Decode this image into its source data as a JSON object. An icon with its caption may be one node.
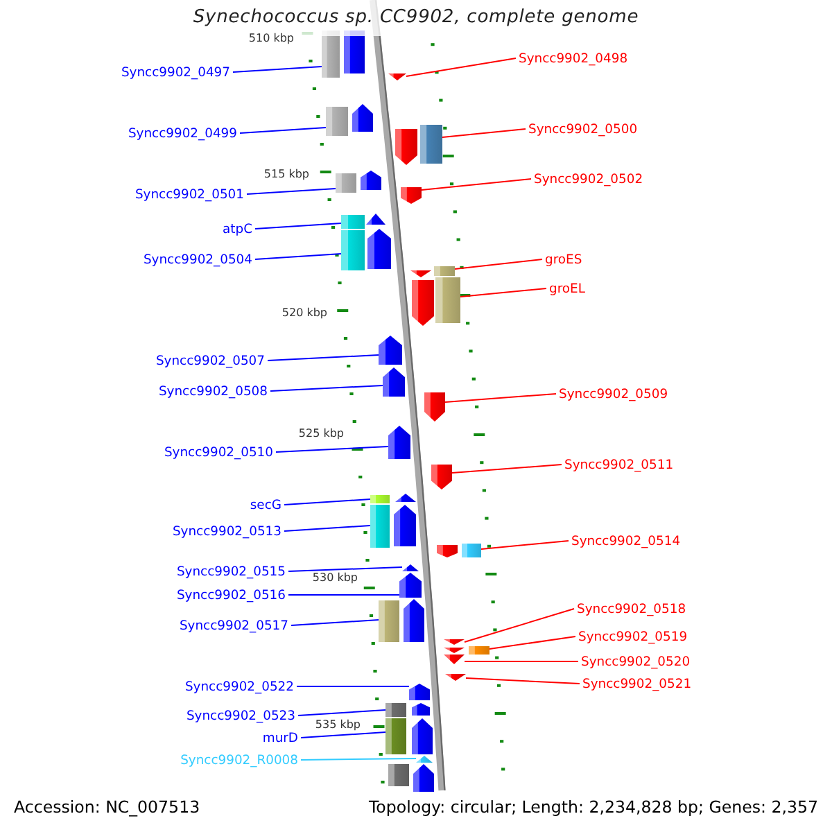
{
  "diagram": {
    "title": "Synechococcus sp. CC9902, complete genome",
    "nodes": [
      {
        "text": [
          "Syncc9902_0497"
        ]
      },
      {
        "text": [],
        "shape": "bar"
      },
      {
        "text": [
          "Syncc9902_0498"
        ]
      },
      {
        "text": [],
        "shape": "arrow"
      },
      {
        "text": [
          "Syncc9902_0499"
        ]
      },
      {
        "text": [],
        "shape": "arrow"
      },
      {
        "text": [
          "Syncc9902_0500"
        ]
      },
      {
        "text": [],
        "shape": "arrow"
      },
      {
        "text": [
          "Syncc9902_0501"
        ]
      },
      {
        "text": [],
        "shape": "arrow"
      },
      {
        "text": [
          "Syncc9902_0502"
        ]
      },
      {
        "text": [],
        "shape": "arrow"
      },
      {
        "text": [
          "atpC"
        ]
      },
      {
        "text": [],
        "shape": "arrow"
      },
      {
        "text": [
          "Syncc9902_0504"
        ]
      },
      {
        "text": [],
        "shape": "arrow"
      },
      {
        "text": [
          "groES"
        ]
      },
      {
        "text": [],
        "shape": "arrow"
      },
      {
        "text": [
          "groEL"
        ]
      },
      {
        "text": [],
        "shape": "arrow"
      },
      {
        "text": [
          "Syncc9902_0507"
        ]
      },
      {
        "text": [],
        "shape": "arrow"
      },
      {
        "text": [
          "Syncc9902_0508"
        ]
      },
      {
        "text": [],
        "shape": "arrow"
      },
      {
        "text": [
          "Syncc9902_0509"
        ]
      },
      {
        "text": [],
        "shape": "arrow"
      },
      {
        "text": [
          "Syncc9902_0510"
        ]
      },
      {
        "text": [],
        "shape": "arrow"
      },
      {
        "text": [
          "Syncc9902_0511"
        ]
      },
      {
        "text": [],
        "shape": "arrow"
      },
      {
        "text": [
          "secG"
        ]
      },
      {
        "text": [],
        "shape": "arrow"
      },
      {
        "text": [
          "Syncc9902_0513"
        ]
      },
      {
        "text": [],
        "shape": "arrow"
      },
      {
        "text": [
          "Syncc9902_0514"
        ]
      },
      {
        "text": [],
        "shape": "arrow"
      },
      {
        "text": [
          "Syncc9902_0515"
        ]
      },
      {
        "text": [],
        "shape": "arrow"
      },
      {
        "text": [
          "Syncc9902_0516"
        ]
      },
      {
        "text": [],
        "shape": "arrow"
      },
      {
        "text": [
          "Syncc9902_0518"
        ]
      },
      {
        "text": [],
        "shape": "arrow"
      },
      {
        "text": [
          "Syncc9902_0517"
        ]
      },
      {
        "text": [],
        "shape": "arrow"
      },
      {
        "text": [
          "Syncc9902_0519"
        ]
      },
      {
        "text": [],
        "shape": "arrow"
      },
      {
        "text": [
          "Syncc9902_0520"
        ]
      },
      {
        "text": [],
        "shape": "arrow"
      },
      {
        "text": [
          "Syncc9902_0521"
        ]
      },
      {
        "text": [],
        "shape": "arrow"
      },
      {
        "text": [
          "Syncc9902_0522"
        ]
      },
      {
        "text": [],
        "shape": "arrow"
      },
      {
        "text": [
          "Syncc9902_0523"
        ]
      },
      {
        "text": [],
        "shape": "arrow"
      },
      {
        "text": [
          "murD"
        ]
      },
      {
        "text": [],
        "shape": "arrow"
      },
      {
        "text": [
          "Syncc9902_R0008"
        ]
      },
      {
        "text": [],
        "shape": "arrow"
      },
      {
        "text": [],
        "shape": "arrow"
      }
    ],
    "edges": [
      {
        "from": 0,
        "to": 1,
        "arrow": "none"
      },
      {
        "from": 2,
        "to": 3,
        "arrow": "none",
        "color": "#ff0000"
      },
      {
        "from": 4,
        "to": 5,
        "arrow": "none"
      },
      {
        "from": 6,
        "to": 7,
        "arrow": "none",
        "color": "#ff0000"
      },
      {
        "from": 8,
        "to": 9,
        "arrow": "none"
      },
      {
        "from": 10,
        "to": 11,
        "arrow": "none",
        "color": "#ff0000"
      },
      {
        "from": 12,
        "to": 13,
        "arrow": "none"
      },
      {
        "from": 14,
        "to": 15,
        "arrow": "none"
      },
      {
        "from": 16,
        "to": 17,
        "arrow": "none",
        "color": "#ff0000"
      },
      {
        "from": 18,
        "to": 19,
        "arrow": "none",
        "color": "#ff0000"
      },
      {
        "from": 20,
        "to": 21,
        "arrow": "none"
      },
      {
        "from": 22,
        "to": 23,
        "arrow": "none"
      },
      {
        "from": 24,
        "to": 25,
        "arrow": "none",
        "color": "#ff0000"
      },
      {
        "from": 26,
        "to": 27,
        "arrow": "none"
      },
      {
        "from": 28,
        "to": 29,
        "arrow": "none",
        "color": "#ff0000"
      },
      {
        "from": 30,
        "to": 31,
        "arrow": "none"
      },
      {
        "from": 32,
        "to": 33,
        "arrow": "none"
      },
      {
        "from": 34,
        "to": 35,
        "arrow": "none",
        "color": "#ff0000"
      },
      {
        "from": 36,
        "to": 37,
        "arrow": "none"
      },
      {
        "from": 38,
        "to": 39,
        "arrow": "none"
      },
      {
        "from": 40,
        "to": 41,
        "arrow": "none",
        "color": "#ff0000"
      },
      {
        "from": 42,
        "to": 43,
        "arrow": "none"
      },
      {
        "from": 44,
        "to": 45,
        "arrow": "none",
        "color": "#ff0000"
      },
      {
        "from": 46,
        "to": 47,
        "arrow": "none",
        "color": "#ff0000"
      },
      {
        "from": 48,
        "to": 49,
        "arrow": "none",
        "color": "#ff0000"
      },
      {
        "from": 50,
        "to": 51,
        "arrow": "none"
      },
      {
        "from": 52,
        "to": 53,
        "arrow": "none"
      },
      {
        "from": 54,
        "to": 55,
        "arrow": "none"
      },
      {
        "from": 56,
        "to": 57,
        "arrow": "none",
        "color": "#33ccff"
      }
    ],
    "labels": [
      "510 kbp",
      "515 kbp",
      "520 kbp",
      "525 kbp",
      "530 kbp",
      "535 kbp",
      "Accession: NC_007513",
      "Topology: circular; Length: 2,234,828 bp; Genes: 2,357"
    ]
  }
}
